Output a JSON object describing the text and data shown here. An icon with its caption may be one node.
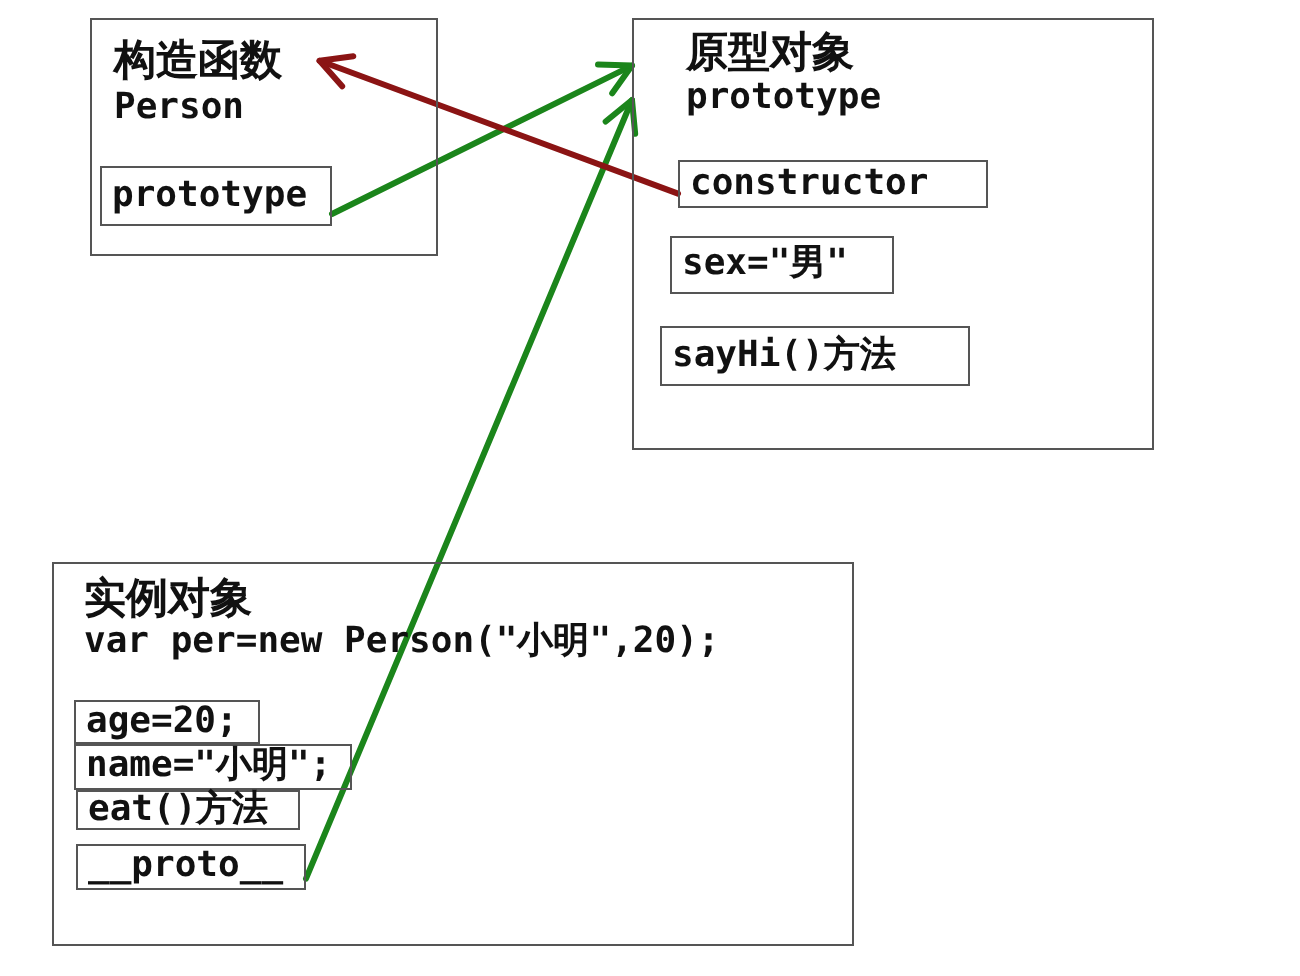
{
  "diagram": {
    "nodes": [
      {
        "text": [
          "构造函数",
          "Person"
        ]
      },
      {
        "text": [
          "prototype"
        ],
        "in": 0
      },
      {
        "text": [
          "原型对象",
          "prototype"
        ]
      },
      {
        "text": [
          "constructor"
        ],
        "in": 2
      },
      {
        "text": [
          "sex=\"男\""
        ],
        "in": 2
      },
      {
        "text": [
          "sayHi()方法"
        ],
        "in": 2
      },
      {
        "text": [
          "实例对象",
          "var per=new Person(\"小明\",20);"
        ]
      },
      {
        "text": [
          "age=20;"
        ],
        "in": 6
      },
      {
        "text": [
          "name=\"小明\";"
        ],
        "in": 6
      },
      {
        "text": [
          "eat()方法"
        ],
        "in": 6
      },
      {
        "text": [
          "__proto__"
        ],
        "in": 6
      }
    ],
    "edges": [
      {
        "from": 1,
        "to": 2,
        "arrow": "to"
      },
      {
        "from": 10,
        "to": 2,
        "arrow": "to"
      },
      {
        "from": 3,
        "to": 0,
        "arrow": "to",
        "color": "#8b1414"
      }
    ]
  }
}
